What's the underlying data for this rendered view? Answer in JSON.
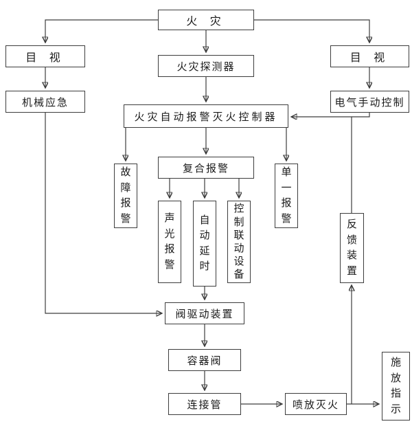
{
  "diagram": {
    "type": "flowchart",
    "language": "zh",
    "colors": {
      "background": "#ffffff",
      "box_border": "#3c3c3c",
      "line": "#3c3c3c",
      "text": "#1a1a1a"
    }
  },
  "nodes": {
    "fire": {
      "label": "火 灾"
    },
    "visual_left": {
      "label": "目 视"
    },
    "visual_right": {
      "label": "目 视"
    },
    "detector": {
      "label": "火灾探测器"
    },
    "mechanical_emergency": {
      "label": "机械应急"
    },
    "electric_manual": {
      "label": "电气手动控制"
    },
    "controller": {
      "label": "火灾自动报警灭火控制器"
    },
    "composite_alarm": {
      "label": "复合报警"
    },
    "fault_alarm": {
      "label": "故障报警"
    },
    "single_alarm": {
      "label": "单一报警"
    },
    "sound_light_alarm": {
      "label": "声光报警"
    },
    "auto_delay": {
      "label": "自动延时"
    },
    "linkage_equipment": {
      "label": "控制联动设备"
    },
    "feedback_device": {
      "label": "反馈装置"
    },
    "valve_drive": {
      "label": "阀驱动装置"
    },
    "container_valve": {
      "label": "容器阀"
    },
    "connecting_pipe": {
      "label": "连接管"
    },
    "spray_extinguish": {
      "label": "喷放灭火"
    },
    "release_indicator": {
      "label": "施放指示"
    }
  },
  "edges": [
    {
      "from": "fire",
      "to": "visual_left"
    },
    {
      "from": "fire",
      "to": "visual_right"
    },
    {
      "from": "fire",
      "to": "detector"
    },
    {
      "from": "visual_left",
      "to": "mechanical_emergency"
    },
    {
      "from": "visual_right",
      "to": "electric_manual"
    },
    {
      "from": "detector",
      "to": "controller"
    },
    {
      "from": "controller",
      "to": "fault_alarm"
    },
    {
      "from": "controller",
      "to": "composite_alarm"
    },
    {
      "from": "controller",
      "to": "single_alarm"
    },
    {
      "from": "composite_alarm",
      "to": "sound_light_alarm"
    },
    {
      "from": "composite_alarm",
      "to": "auto_delay"
    },
    {
      "from": "composite_alarm",
      "to": "linkage_equipment"
    },
    {
      "from": "auto_delay",
      "to": "valve_drive"
    },
    {
      "from": "mechanical_emergency",
      "to": "valve_drive"
    },
    {
      "from": "valve_drive",
      "to": "container_valve"
    },
    {
      "from": "container_valve",
      "to": "connecting_pipe"
    },
    {
      "from": "connecting_pipe",
      "to": "spray_extinguish"
    },
    {
      "from": "spray_extinguish",
      "to": "release_indicator"
    },
    {
      "from": "spray_extinguish",
      "to": "feedback_device"
    },
    {
      "from": "feedback_device",
      "to": "controller"
    },
    {
      "from": "electric_manual",
      "to": "controller"
    }
  ]
}
